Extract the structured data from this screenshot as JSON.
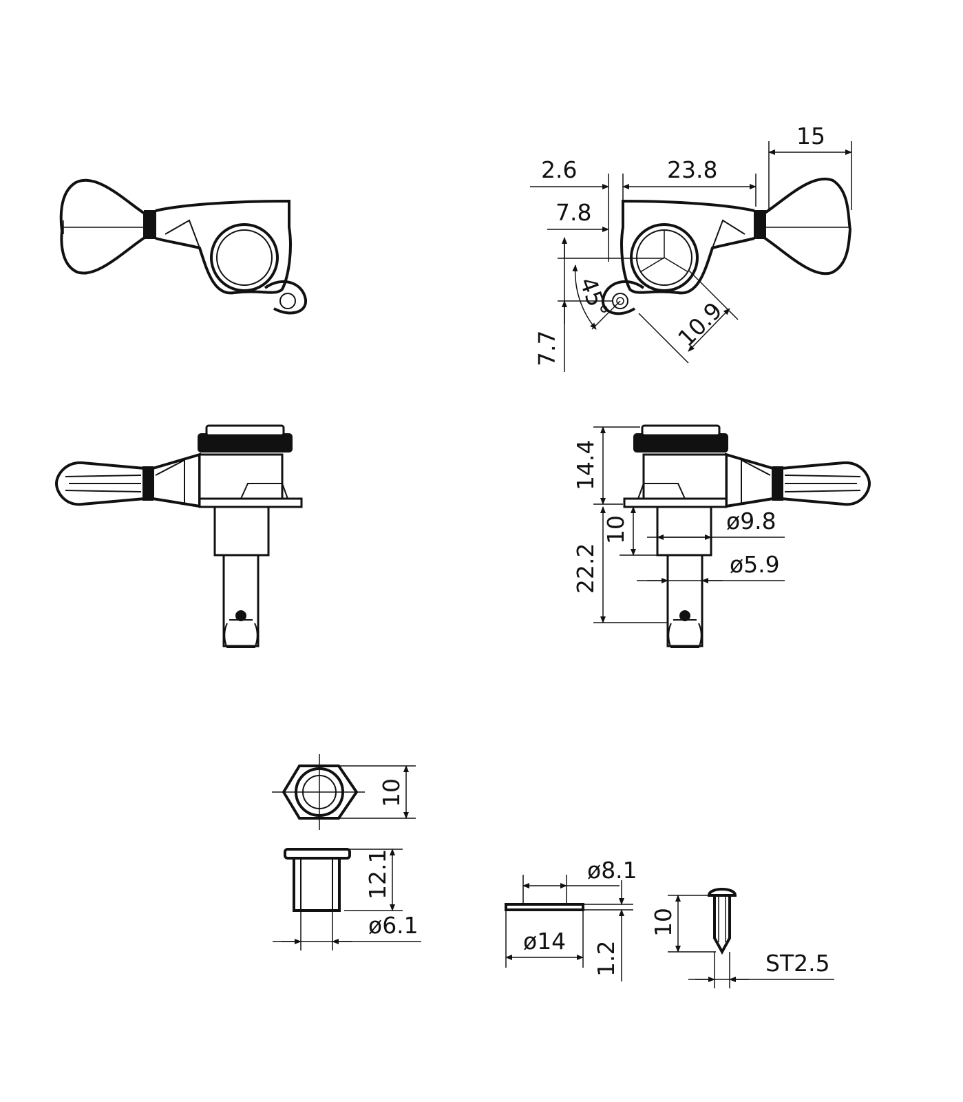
{
  "colors": {
    "ink": "#111111",
    "paper": "#ffffff"
  },
  "dimensions": {
    "top_right_width": "15",
    "post_offset": "2.6",
    "body_length": "23.8",
    "hole_offset": "7.8",
    "angle": "45°",
    "hole_distance": "10.9",
    "hole_height": "7.7",
    "gear_height": "14.4",
    "bushing_length": "10",
    "bushing_dia": "ø9.8",
    "post_length": "22.2",
    "post_dia": "ø5.9",
    "nut_size": "10",
    "ferrule_height": "12.1",
    "ferrule_dia": "ø6.1",
    "washer_inner_dia": "ø8.1",
    "washer_outer_dia": "ø14",
    "washer_thickness": "1.2",
    "screw_length": "10",
    "screw_size": "ST2.5"
  }
}
